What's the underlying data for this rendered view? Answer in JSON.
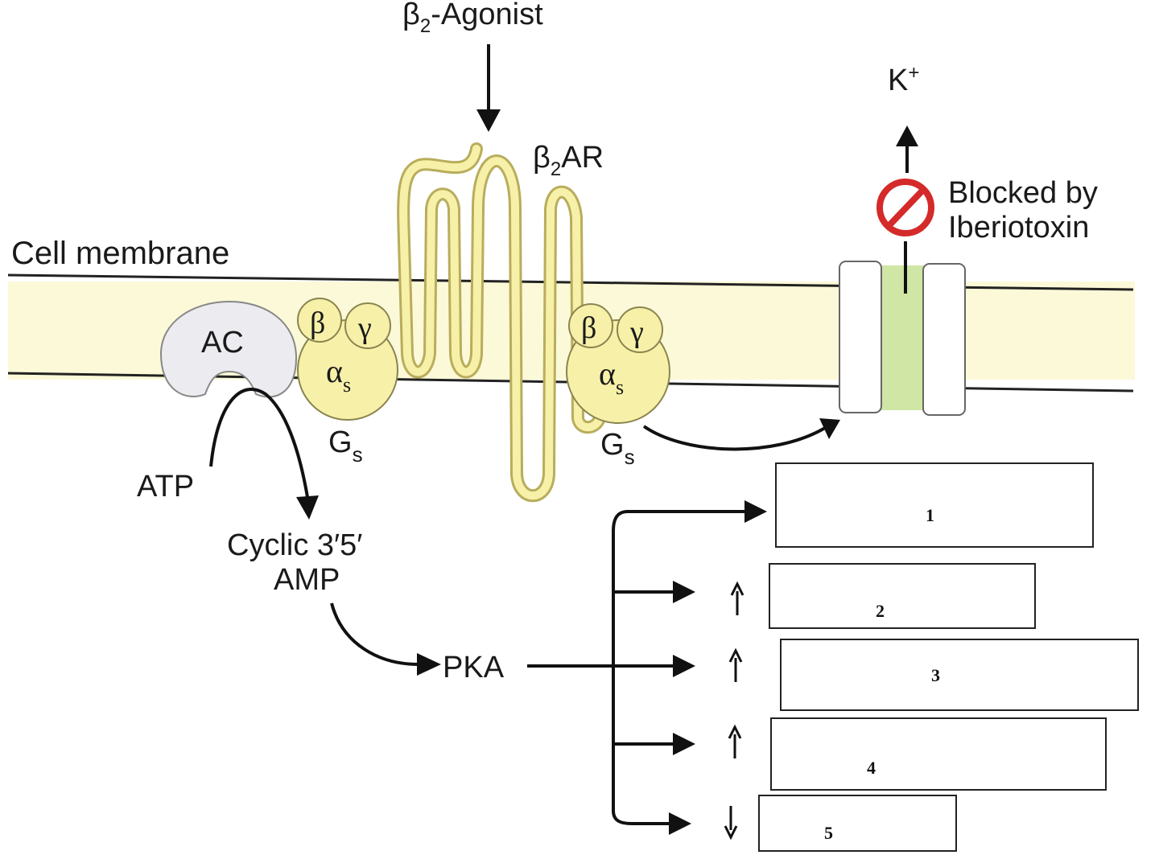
{
  "labels": {
    "agonist": "β",
    "agonist_sub": "2",
    "agonist_rest": "-Agonist",
    "receptor": "β",
    "receptor_sub": "2",
    "receptor_rest": "AR",
    "cell_membrane": "Cell membrane",
    "ac": "AC",
    "beta": "β",
    "gamma": "γ",
    "alpha": "α",
    "alpha_sub": "s",
    "gs": "G",
    "gs_sub": "s",
    "atp": "ATP",
    "camp_line1": "Cyclic 3′5′",
    "camp_line2": "AMP",
    "pka": "PKA",
    "k_ion": "K",
    "k_charge": "+",
    "blocked_line1": "Blocked by",
    "blocked_line2": "Iberiotoxin"
  },
  "answer_boxes": [
    {
      "number": "1",
      "indicator": ""
    },
    {
      "number": "2",
      "indicator": "↑"
    },
    {
      "number": "3",
      "indicator": "↑"
    },
    {
      "number": "4",
      "indicator": "↑"
    },
    {
      "number": "5",
      "indicator": "↓"
    }
  ],
  "colors": {
    "membrane_band": "#fbf9d8",
    "protein_fill": "#f7f0a8",
    "protein_stroke": "#b8ad5c",
    "ac_fill": "#ececf0",
    "channel_pore": "#cfe6a4",
    "no_sign": "#d42a2a",
    "ink": "#111111"
  },
  "icons": [
    "down-arrow-icon",
    "up-arrow-icon",
    "no-entry-icon"
  ]
}
